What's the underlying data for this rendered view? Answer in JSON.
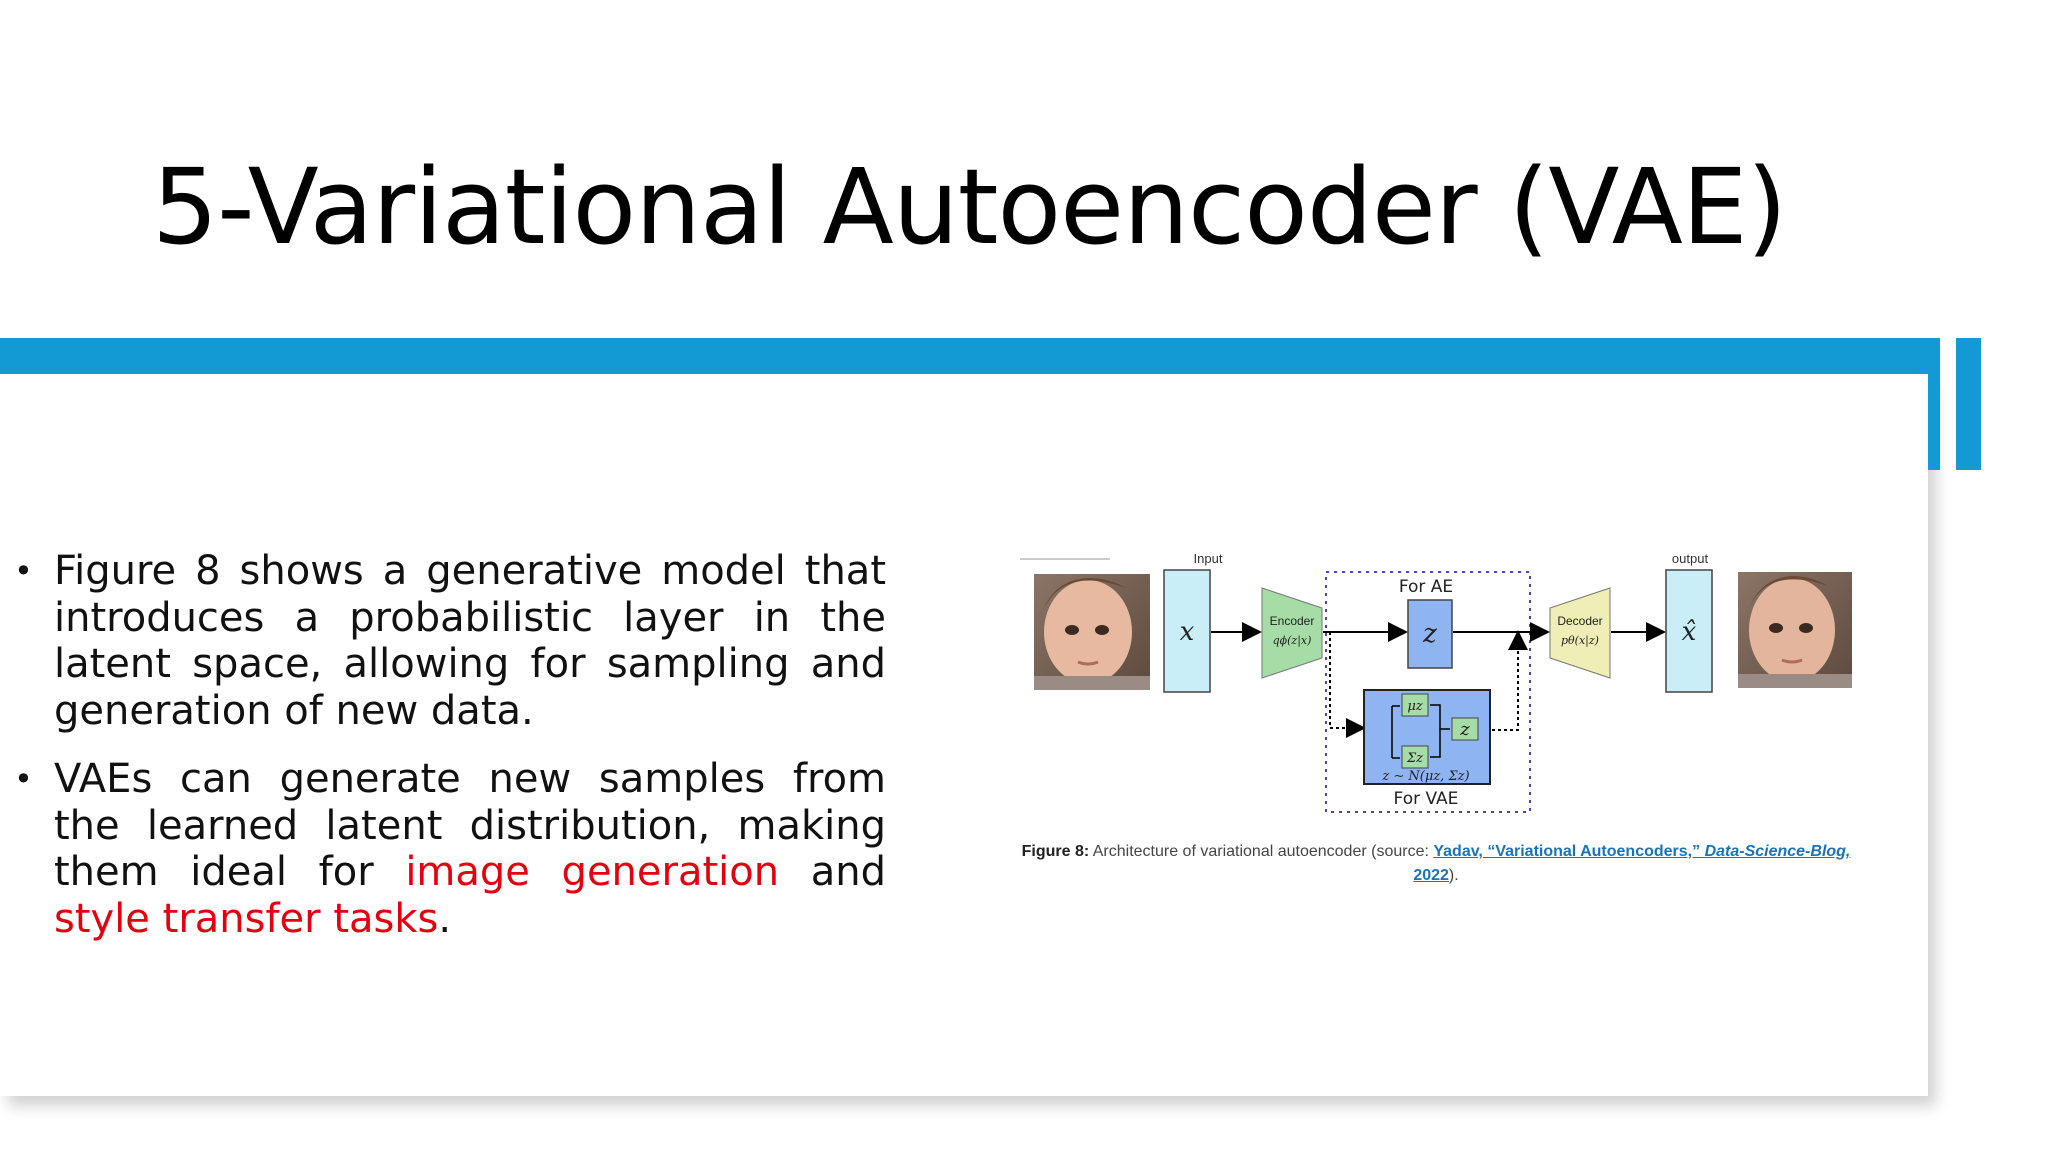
{
  "slide": {
    "title": "5-Variational Autoencoder (VAE)"
  },
  "bullets": [
    {
      "symbol": "•",
      "text": "Figure 8 shows a generative model that introduces a probabilistic layer in the latent space, allowing for sampling and generation of new data."
    },
    {
      "symbol": "•",
      "text_before": "VAEs can generate new samples from the learned latent distribution, making them ideal for ",
      "highlight_1": "image generation",
      "text_middle": " and ",
      "highlight_2": "style transfer tasks",
      "text_after": "."
    }
  ],
  "colors": {
    "accent": "#139ad5",
    "highlight": "#e3000f",
    "link": "#1a73b8",
    "input_box": "#c9eef8",
    "encoder": "#a6dca6",
    "decoder": "#eeeeb6",
    "latent_box": "#8fb4f2",
    "vae_box": "#8fb4f2",
    "vae_cell": "#a6dca6",
    "dashed_border": "#4a3ed0"
  },
  "figure": {
    "input_label": "Input",
    "input_symbol": "x",
    "encoder_label": "Encoder",
    "encoder_formula": "qϕ(z|x)",
    "ae_label": "For AE",
    "latent_symbol": "z",
    "mu": "μz",
    "sigma": "Σz",
    "vae_z": "z",
    "vae_formula": "z ∼ N(μz, Σz)",
    "vae_label": "For VAE",
    "decoder_label": "Decoder",
    "decoder_formula": "pθ(x|z)",
    "output_label": "output",
    "output_symbol": "x̂",
    "input_image_icon": "child-face-photo",
    "output_image_icon": "child-face-photo",
    "caption": {
      "label": "Figure 8:",
      "text": " Architecture of variational autoencoder (source: ",
      "link_author": "Yadav, “Variational Autoencoders,” ",
      "link_site": "Data-Science-Blog,",
      "link_year": "2022",
      "closing": ")."
    }
  }
}
